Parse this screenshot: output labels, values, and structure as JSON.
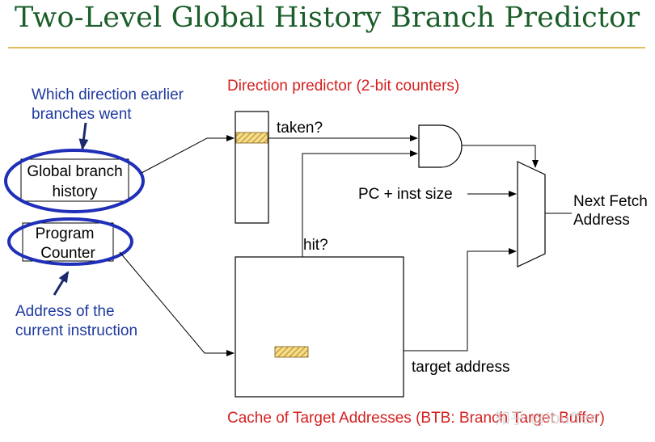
{
  "title": "Two-Level Global History Branch Predictor",
  "labels": {
    "direction_predictor": "Direction predictor (2-bit counters)",
    "taken": "taken?",
    "hit": "hit?",
    "pc_inst_size": "PC + inst size",
    "next_fetch_line1": "Next Fetch",
    "next_fetch_line2": "Address",
    "target_address": "target address",
    "btb": "Cache of Target Addresses (BTB: Branch Target Buffer)",
    "global_history_line1": "Global branch",
    "global_history_line2": "history",
    "program_counter_line1": "Program",
    "program_counter_line2": "Counter"
  },
  "annotations": {
    "history_note_line1": "Which direction earlier",
    "history_note_line2": "branches went",
    "pc_note_line1": "Address of the",
    "pc_note_line2": "current instruction"
  },
  "watermark": "知乎 @lbuffer",
  "colors": {
    "title": "#1b5e2a",
    "rule": "#e1bd5e",
    "annotation": "#1f3a9f",
    "label_red": "#d42020",
    "ellipse": "#1f2fb8",
    "hatch": "#e3b94a"
  }
}
